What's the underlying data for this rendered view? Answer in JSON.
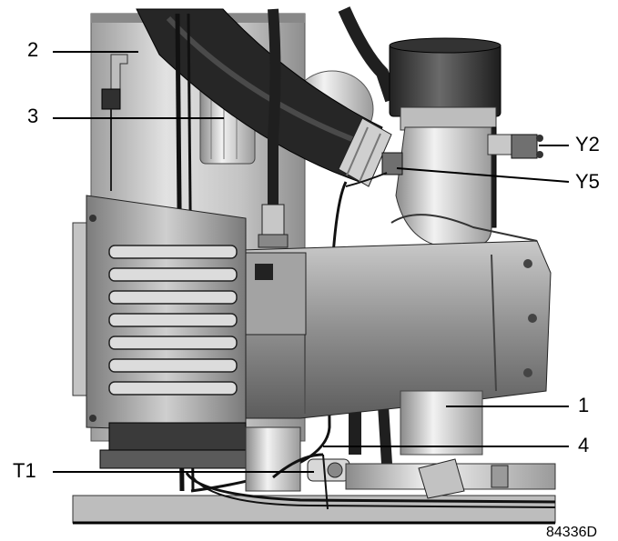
{
  "callouts": {
    "c2": "2",
    "c3": "3",
    "cY2": "Y2",
    "cY5": "Y5",
    "c1": "1",
    "c4": "4",
    "cT1": "T1"
  },
  "figure_number": "84336D",
  "colors": {
    "dark_hose": "#2a2a2a",
    "metal_light": "#d6d6d6",
    "metal_mid": "#9a9a9a",
    "metal_dark": "#5e5e5e",
    "leader_line": "#000000"
  }
}
